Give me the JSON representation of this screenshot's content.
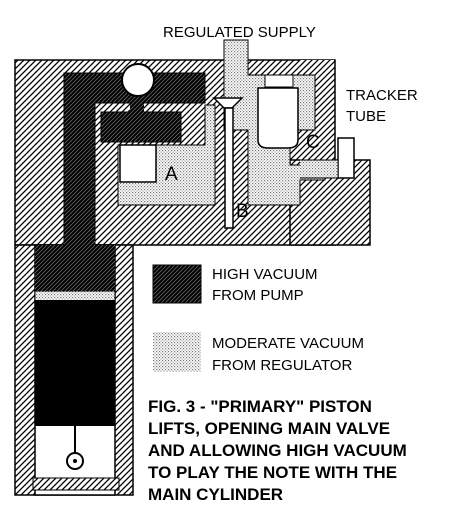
{
  "labels": {
    "supply": "REGULATED SUPPLY",
    "tracker_line1": "TRACKER",
    "tracker_line2": "TUBE",
    "port_a": "A",
    "port_b": "B",
    "port_c": "C"
  },
  "legend": [
    {
      "line1": "HIGH VACUUM",
      "line2": "FROM PUMP",
      "fill": "dark-hatch"
    },
    {
      "line1": "MODERATE VACUUM",
      "line2": "FROM REGULATOR",
      "fill": "light-dot"
    }
  ],
  "caption": [
    "FIG. 3 - \"PRIMARY\" PISTON",
    "LIFTS, OPENING MAIN VALVE",
    "AND ALLOWING HIGH VACUUM",
    "TO PLAY THE NOTE WITH THE",
    "MAIN CYLINDER"
  ],
  "colors": {
    "ink": "#000000",
    "paper": "#ffffff"
  }
}
